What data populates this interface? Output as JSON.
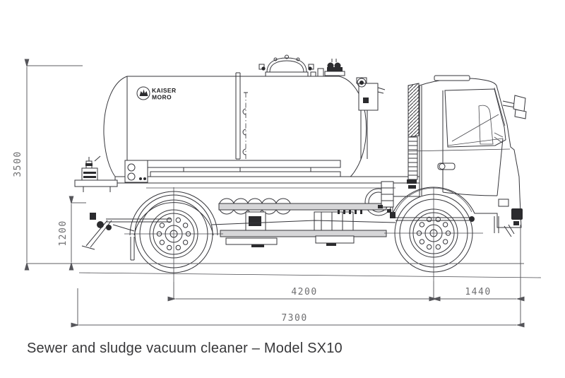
{
  "figure": {
    "type": "technical-drawing",
    "subject": "Side elevation of a sewer and sludge vacuum tanker truck with overall dimensions",
    "logo": {
      "line1": "KAISER",
      "line2": "MORO"
    },
    "dimensions": {
      "overall_height": {
        "value": "3500",
        "orientation": "vertical"
      },
      "chassis_height": {
        "value": "1200",
        "orientation": "vertical"
      },
      "wheelbase": {
        "value": "4200",
        "orientation": "horizontal"
      },
      "front_overhang": {
        "value": "1440",
        "orientation": "horizontal"
      },
      "overall_length": {
        "value": "7300",
        "orientation": "horizontal"
      }
    },
    "colors": {
      "line": "#35353a",
      "dimension_text": "#6e6e70",
      "caption_text": "#38383a",
      "metal_fill": "#d6d6d8",
      "background": "#ffffff"
    }
  },
  "caption": {
    "text": "Sewer and sludge vacuum cleaner – Model SX10"
  }
}
